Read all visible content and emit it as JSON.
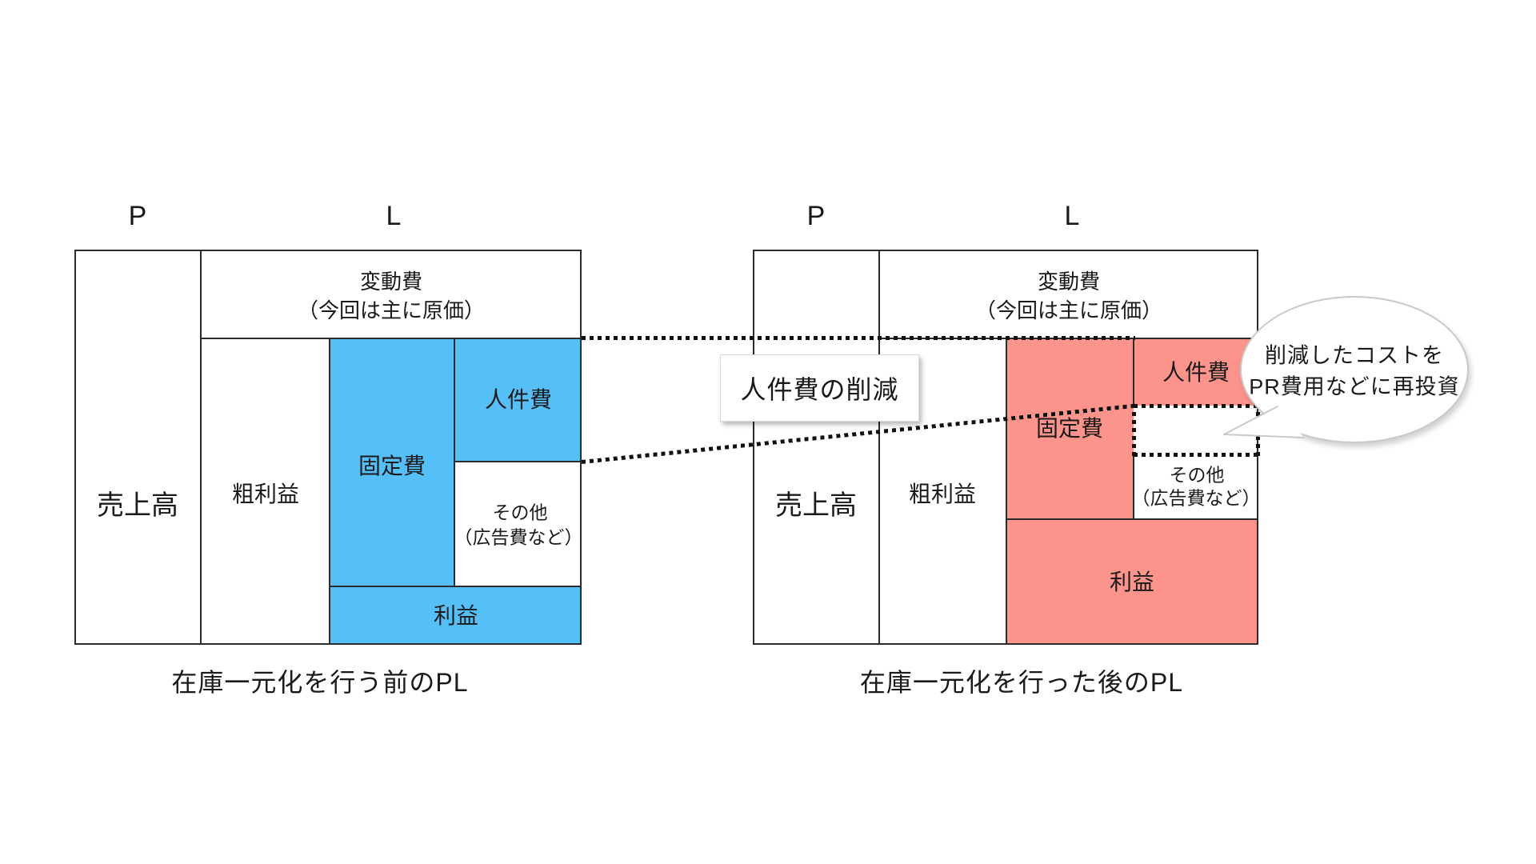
{
  "colors": {
    "highlight_before": "#55BFF8",
    "highlight_after": "#FC948C",
    "line": "#2b2b2b"
  },
  "before": {
    "p_label": "P",
    "l_label": "L",
    "sales": "売上高",
    "gross_profit": "粗利益",
    "variable_cost_line1": "変動費",
    "variable_cost_line2": "（今回は主に原価）",
    "fixed_cost": "固定費",
    "personnel_cost": "人件費",
    "other_line1": "その他",
    "other_line2": "（広告費など）",
    "profit": "利益",
    "caption": "在庫一元化を行う前のPL"
  },
  "after": {
    "p_label": "P",
    "l_label": "L",
    "sales": "売上高",
    "gross_profit": "粗利益",
    "variable_cost_line1": "変動費",
    "variable_cost_line2": "（今回は主に原価）",
    "fixed_cost": "固定費",
    "personnel_cost": "人件費",
    "other_line1": "その他",
    "other_line2": "（広告費など）",
    "profit": "利益",
    "caption": "在庫一元化を行った後のPL"
  },
  "annotations": {
    "reduction_label": "人件費の削減",
    "bubble_line1": "削減したコストを",
    "bubble_line2": "PR費用などに再投資"
  }
}
